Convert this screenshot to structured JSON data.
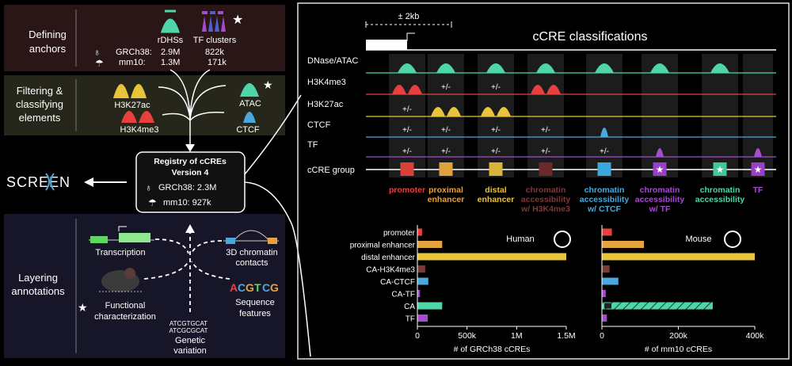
{
  "left": {
    "defining": {
      "title": [
        "Defining",
        "anchors"
      ],
      "rdhs_label": "rDHSs",
      "tf_label": "TF clusters",
      "grch38_label": "GRCh38:",
      "mm10_label": "mm10:",
      "grch38_rdhs": "2.9M",
      "mm10_rdhs": "1.3M",
      "grch38_tf": "822k",
      "mm10_tf": "171k"
    },
    "filtering": {
      "title": [
        "Filtering &",
        "classifying",
        "elements"
      ],
      "h3k27ac": "H3K27ac",
      "h3k4me3": "H3K4me3",
      "atac": "ATAC",
      "ctcf": "CTCF"
    },
    "registry": {
      "title": [
        "Registry of cCREs",
        "Version 4"
      ],
      "grch38": "GRCh38: 2.3M",
      "mm10": "mm10: 927k"
    },
    "screen_logo": "SCREEN",
    "layering": {
      "title": [
        "Layering",
        "annotations"
      ],
      "transcription": "Transcription",
      "contacts": [
        "3D chromatin",
        "contacts"
      ],
      "functional": [
        "Functional",
        "characterization"
      ],
      "sequence": [
        "Sequence",
        "features"
      ],
      "genetic": [
        "Genetic",
        "variation"
      ],
      "seq1": "ATCGTGCAT",
      "seq2": "ATCGCGCAT"
    }
  },
  "right": {
    "title": "cCRE classifications",
    "scale": "± 2kb",
    "rows": [
      "DNase/ATAC",
      "H3K4me3",
      "H3K27ac",
      "CTCF",
      "TF",
      "cCRE group"
    ],
    "pm": "+/-",
    "groups": [
      {
        "lines": [
          "promoter"
        ],
        "color": "#e8403e",
        "box": "#d8403a",
        "star": false
      },
      {
        "lines": [
          "proximal",
          "enhancer"
        ],
        "color": "#e6a23c",
        "box": "#e0a23a",
        "star": false
      },
      {
        "lines": [
          "distal",
          "enhancer"
        ],
        "color": "#e8c43c",
        "box": "#d8b53a",
        "star": false
      },
      {
        "lines": [
          "chromatin",
          "accessibility",
          "w/ H3K4me3"
        ],
        "color": "#7a3a38",
        "box": "#6a2a2a",
        "star": false
      },
      {
        "lines": [
          "chromatin",
          "accessibility",
          "w/ CTCF"
        ],
        "color": "#4aa8dc",
        "box": "#3aa8dc",
        "star": false
      },
      {
        "lines": [
          "chromatin",
          "accessibility",
          "w/ TF"
        ],
        "color": "#a54bd0",
        "box": "#9a40c8",
        "star": true
      },
      {
        "lines": [
          "chromatin",
          "accessibility"
        ],
        "color": "#4fd6a8",
        "box": "#40c898",
        "star": true
      },
      {
        "lines": [
          "TF"
        ],
        "color": "#a54bd0",
        "box": "#9a40c8",
        "star": true
      }
    ],
    "colors": {
      "dnase": "#4fd6a8",
      "h3k4me3": "#e8403e",
      "h3k27ac": "#e8c43c",
      "ctcf": "#4aa8dc",
      "tf": "#a54bd0"
    }
  },
  "chart_data": [
    {
      "type": "bar",
      "title": "Human",
      "xlabel": "# of GRCh38 cCREs",
      "categories": [
        "promoter",
        "proximal enhancer",
        "distal enhancer",
        "CA-H3K4me3",
        "CA-CTCF",
        "CA-TF",
        "CA",
        "TF"
      ],
      "values": [
        47000,
        250000,
        1500000,
        79000,
        110000,
        26000,
        250000,
        105000
      ],
      "colors": [
        "#e8403e",
        "#e6a23c",
        "#e8c43c",
        "#7a3a38",
        "#4aa8dc",
        "#a54bd0",
        "#4fd6a8",
        "#a54bd0"
      ],
      "xlim": [
        0,
        1500000
      ],
      "ticks": [
        "0",
        "500k",
        "1M",
        "1.5M"
      ]
    },
    {
      "type": "bar",
      "title": "Mouse",
      "xlabel": "# of mm10 cCREs",
      "categories": [
        "promoter",
        "proximal enhancer",
        "distal enhancer",
        "CA-H3K4me3",
        "CA-CTCF",
        "CA-TF",
        "CA",
        "TF"
      ],
      "values": [
        26000,
        110000,
        400000,
        20000,
        43000,
        10000,
        290000,
        13000
      ],
      "colors": [
        "#e8403e",
        "#e6a23c",
        "#e8c43c",
        "#7a3a38",
        "#4aa8dc",
        "#a54bd0",
        "#4fd6a8",
        "#a54bd0"
      ],
      "xlim": [
        0,
        400000
      ],
      "ticks": [
        "0",
        "200k",
        "400k"
      ]
    }
  ]
}
